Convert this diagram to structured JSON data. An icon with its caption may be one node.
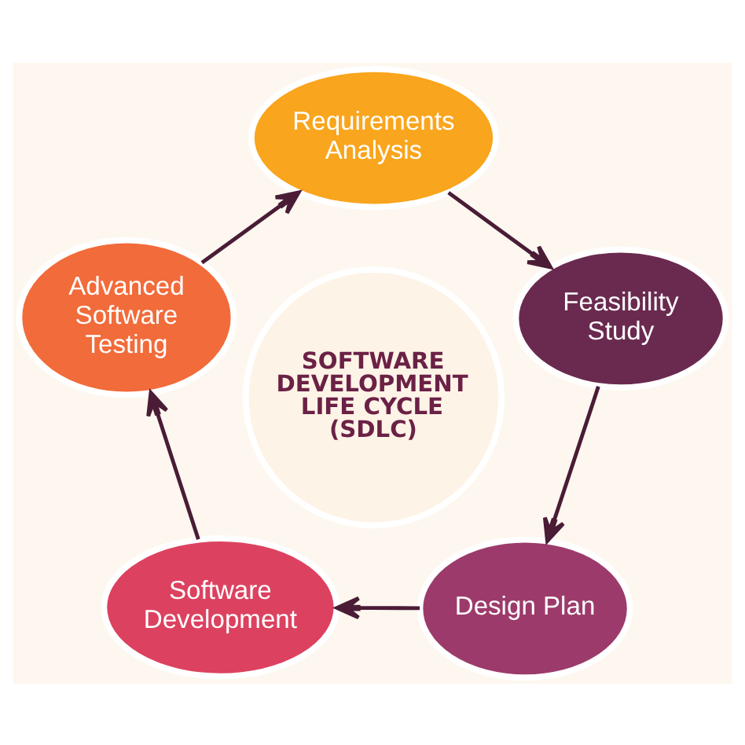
{
  "diagram": {
    "nodes": [
      {
        "text": [
          "Requirements Analysis"
        ]
      },
      {
        "text": [
          "Feasibility Study"
        ]
      },
      {
        "text": [
          "Design Plan"
        ]
      },
      {
        "text": [
          "Software Development"
        ]
      },
      {
        "text": [
          "Advanced Software Testing"
        ]
      },
      {
        "text": [
          "SOFTWARE DEVELOPMENT LIFE CYCLE (SDLC)"
        ]
      }
    ],
    "edges": [
      {
        "from": 0,
        "to": 1,
        "arrow": "to"
      },
      {
        "from": 1,
        "to": 2,
        "arrow": "to"
      },
      {
        "from": 2,
        "to": 3,
        "arrow": "to"
      },
      {
        "from": 3,
        "to": 4,
        "arrow": "to"
      },
      {
        "from": 4,
        "to": 0,
        "arrow": "to"
      }
    ]
  }
}
